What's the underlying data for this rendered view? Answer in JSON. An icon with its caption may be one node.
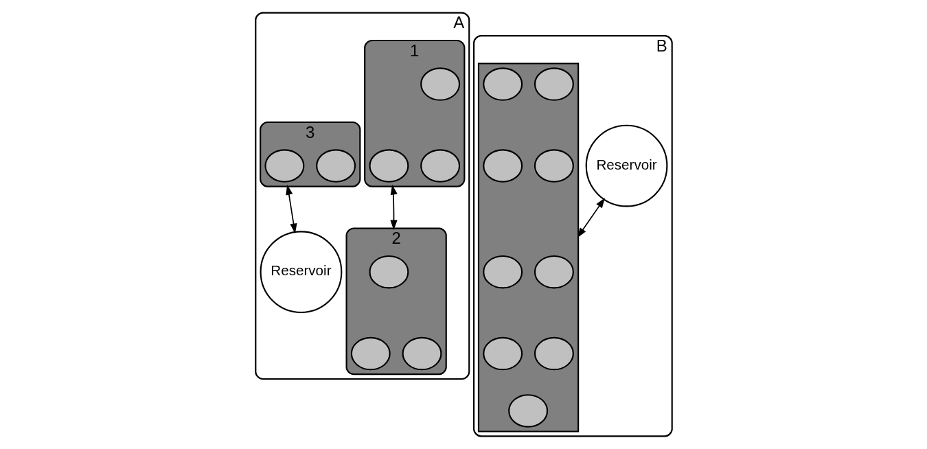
{
  "diagram": {
    "nodes": [
      {
        "text": [
          "A"
        ]
      },
      {
        "text": [
          "1"
        ],
        "in": 0
      },
      {
        "text": [],
        "shape": "circle",
        "in": 1
      },
      {
        "text": [],
        "shape": "circle",
        "in": 1
      },
      {
        "text": [],
        "shape": "circle",
        "in": 1
      },
      {
        "text": [
          "3"
        ],
        "in": 0
      },
      {
        "text": [],
        "shape": "circle",
        "in": 5
      },
      {
        "text": [],
        "shape": "circle",
        "in": 5
      },
      {
        "text": [
          "2"
        ],
        "in": 0
      },
      {
        "text": [],
        "shape": "circle",
        "in": 8
      },
      {
        "text": [],
        "shape": "circle",
        "in": 8
      },
      {
        "text": [],
        "shape": "circle",
        "in": 8
      },
      {
        "text": [
          "Reservoir"
        ],
        "in": 0
      },
      {
        "text": [
          "B"
        ]
      },
      {
        "text": [],
        "shape": "box",
        "in": 13
      },
      {
        "text": [],
        "shape": "circle",
        "in": 14
      },
      {
        "text": [],
        "shape": "circle",
        "in": 14
      },
      {
        "text": [],
        "shape": "circle",
        "in": 14
      },
      {
        "text": [],
        "shape": "circle",
        "in": 14
      },
      {
        "text": [],
        "shape": "circle",
        "in": 14
      },
      {
        "text": [],
        "shape": "circle",
        "in": 14
      },
      {
        "text": [],
        "shape": "circle",
        "in": 14
      },
      {
        "text": [],
        "shape": "circle",
        "in": 14
      },
      {
        "text": [],
        "shape": "circle",
        "in": 14
      },
      {
        "text": [
          "Reservoir"
        ],
        "in": 13
      }
    ],
    "edges": [
      {
        "from": 1,
        "to": 8,
        "arrow": "both"
      },
      {
        "from": 5,
        "to": 12,
        "arrow": "both"
      },
      {
        "from": 14,
        "to": 24,
        "arrow": "both"
      }
    ]
  }
}
